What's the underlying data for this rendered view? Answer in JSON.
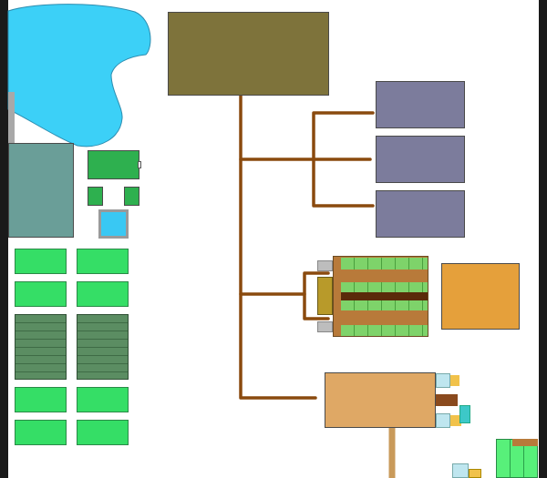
{
  "scene": {
    "type": "top-down colony / base layout",
    "colors": {
      "water": "#3cd0f7",
      "grass_field": "#35de66",
      "crop_field_striped": "#5b8d62",
      "hub_building": "#7e733b",
      "purple_blocks": "#7c7c9c",
      "orange_block": "#e5a03b",
      "tan_block": "#dfa865",
      "teal_block": "#6a9e98",
      "conveyor_brown": "#8a4a0e"
    },
    "icons": [
      "water-pond",
      "storage-building",
      "factory-module",
      "crop-field",
      "conveyor-line"
    ]
  }
}
